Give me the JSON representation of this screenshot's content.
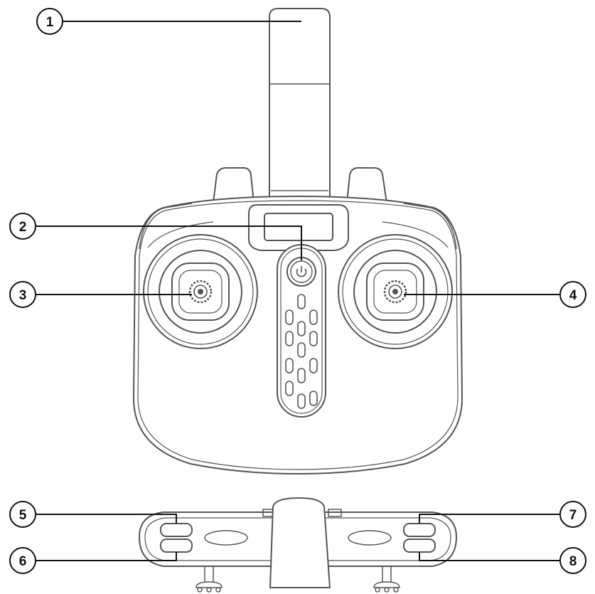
{
  "callouts": [
    {
      "number": "1",
      "part": "antenna"
    },
    {
      "number": "2",
      "part": "power-button"
    },
    {
      "number": "3",
      "part": "left-joystick"
    },
    {
      "number": "4",
      "part": "right-joystick"
    },
    {
      "number": "5",
      "part": "left-upper-shoulder-button"
    },
    {
      "number": "6",
      "part": "left-lower-shoulder-button"
    },
    {
      "number": "7",
      "part": "right-upper-shoulder-button"
    },
    {
      "number": "8",
      "part": "right-lower-shoulder-button"
    }
  ],
  "colors": {
    "line": "#111111",
    "outline": "#555555",
    "body_fill": "#ffffff"
  }
}
